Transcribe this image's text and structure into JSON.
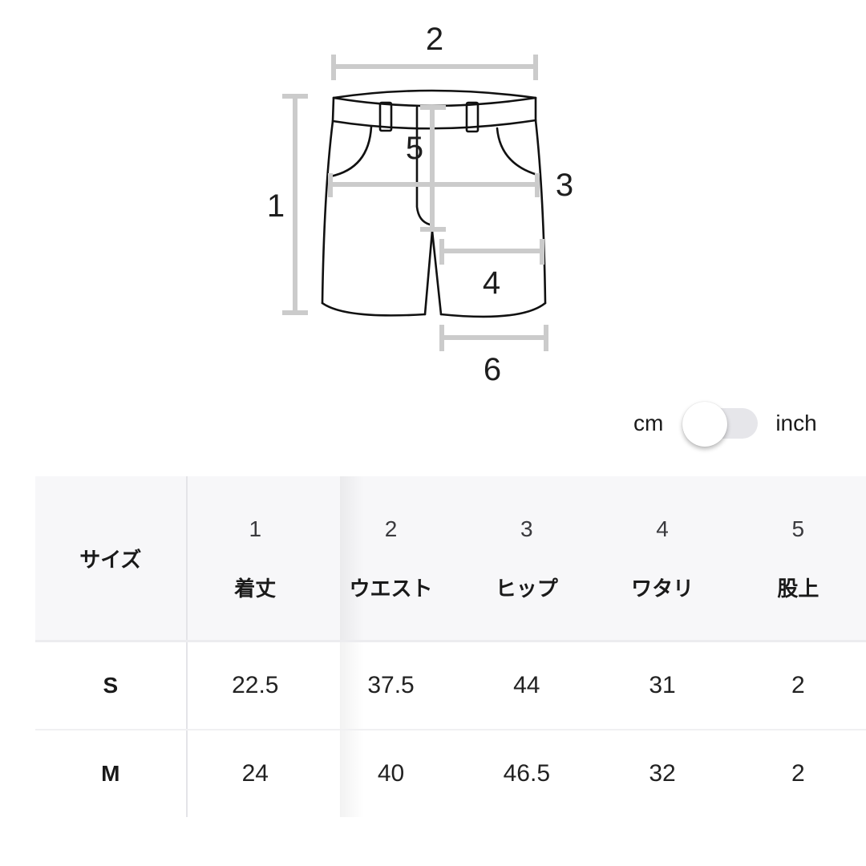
{
  "diagram": {
    "labels": {
      "length": "1",
      "waist": "2",
      "hip": "3",
      "thigh": "4",
      "rise": "5",
      "hem": "6"
    }
  },
  "unit_toggle": {
    "left_label": "cm",
    "right_label": "inch",
    "selected": "cm",
    "track_color": "#e6e6ea"
  },
  "table": {
    "size_header": "サイズ",
    "columns": [
      {
        "num": "1",
        "name": "着丈"
      },
      {
        "num": "2",
        "name": "ウエスト"
      },
      {
        "num": "3",
        "name": "ヒップ"
      },
      {
        "num": "4",
        "name": "ワタリ"
      },
      {
        "num": "5",
        "name": "股上"
      }
    ],
    "rows": [
      {
        "size": "S",
        "values": [
          "22.5",
          "37.5",
          "44",
          "31",
          "2"
        ]
      },
      {
        "size": "M",
        "values": [
          "24",
          "40",
          "46.5",
          "32",
          "2"
        ]
      }
    ]
  }
}
